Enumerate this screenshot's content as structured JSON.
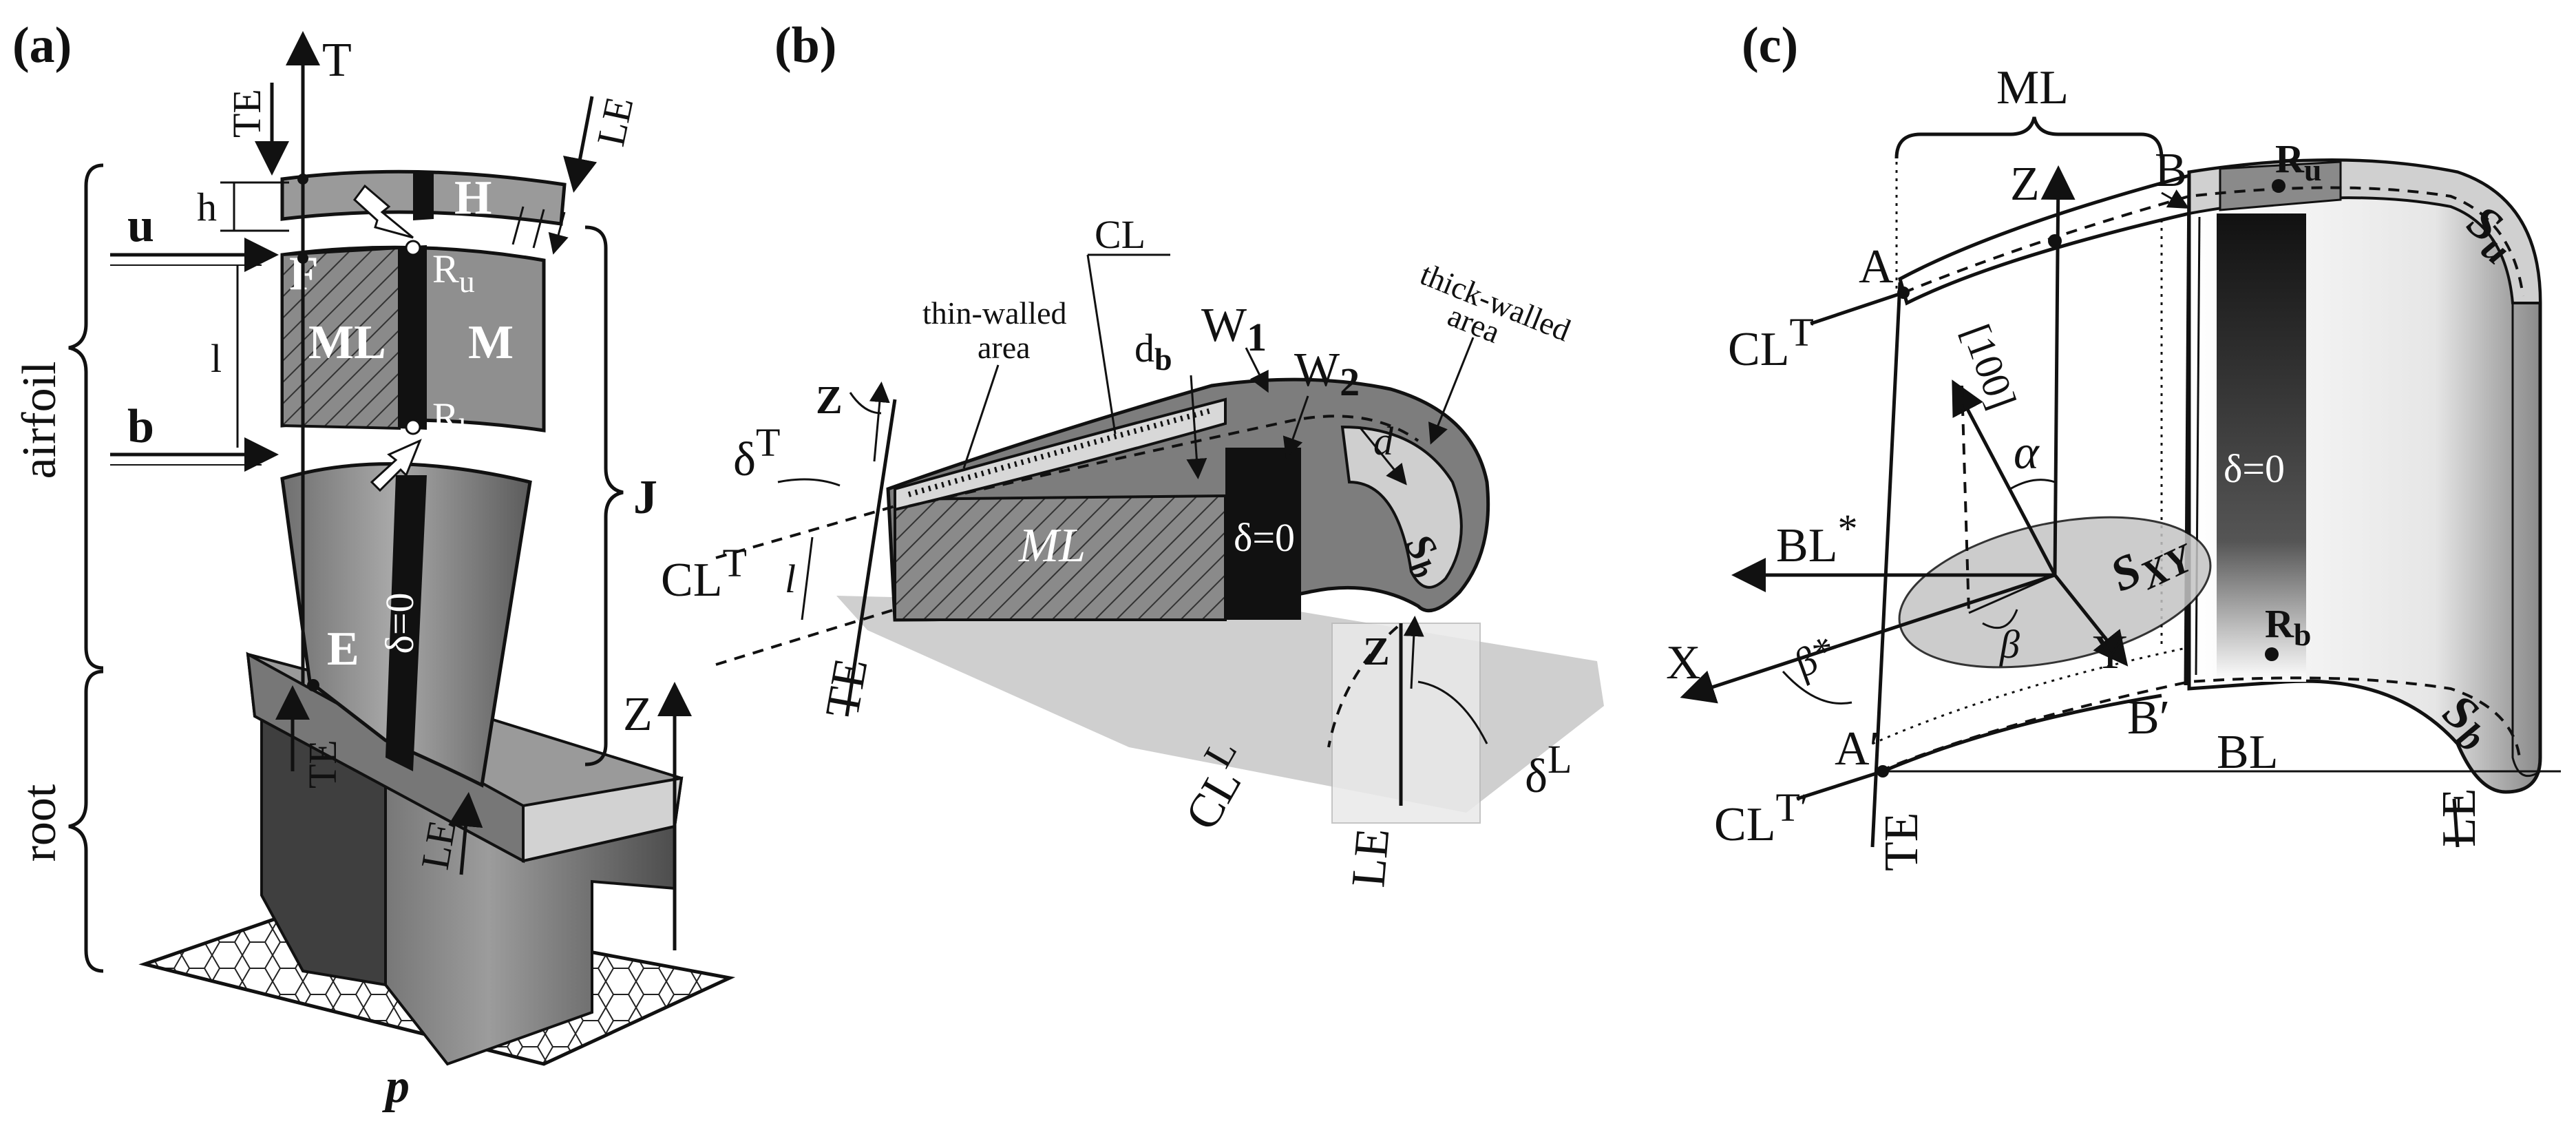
{
  "panel_a": {
    "panel_label": "(a)",
    "axis_T": "T",
    "TE_top": "TE",
    "LE_top": "LE",
    "u": "u",
    "h": "h",
    "H": "H",
    "F": "F",
    "R_u": "R",
    "R_u_sub": "u",
    "ML": "ML",
    "M": "M",
    "l": "l",
    "R_b": "R",
    "R_b_sub": "b",
    "b": "b",
    "airfoil": "airfoil",
    "delta0": "δ=0",
    "J": "J",
    "E": "E",
    "root": "root",
    "TE_root": "TE",
    "LE_root": "LE",
    "Z": "Z",
    "p": "p"
  },
  "panel_b": {
    "panel_label": "(b)",
    "CL": "CL",
    "thin_walled": "thin-walled",
    "thin_area": "area",
    "d_b": "d",
    "d_b_sub": "b",
    "W1": "W",
    "W1_sub": "1",
    "W2": "W",
    "W2_sub": "2",
    "thick_walled": "thick-walled",
    "thick_area": "area",
    "Z": "Z",
    "deltaT": "δ",
    "deltaT_sup": "T",
    "CLT": "CL",
    "CLT_sup": "T",
    "l": "l",
    "ML": "ML",
    "delta0": "δ=0",
    "d": "d",
    "Sb": "S",
    "Sb_sub": "b",
    "TE": "TE",
    "Z2": "Z",
    "CLL": "CL",
    "CLL_sup": "L",
    "LE": "LE",
    "deltaL": "δ",
    "deltaL_sup": "L"
  },
  "panel_c": {
    "panel_label": "(c)",
    "ML": "ML",
    "Z": "Z",
    "B": "B",
    "R_u": "R",
    "R_u_sub": "u",
    "A": "A",
    "Su": "S",
    "Su_sub": "u",
    "CLT": "CL",
    "CLT_sup": "T",
    "dir100": "[100]",
    "alpha": "α",
    "delta0": "δ=0",
    "BL_star": "BL",
    "BL_star_sup": "*",
    "Sxy": "S",
    "Sxy_sub": "XY",
    "beta": "β",
    "X": "X",
    "beta_star": "β*",
    "Y": "Y",
    "R_b": "R",
    "R_b_sub": "b",
    "B_prime": "B′",
    "A_prime": "A′",
    "CLT_prime": "CL",
    "CLT_prime_sup": "T′",
    "BL": "BL",
    "Sb": "S",
    "Sb_sub": "b",
    "TE": "TE",
    "LE": "LE"
  }
}
